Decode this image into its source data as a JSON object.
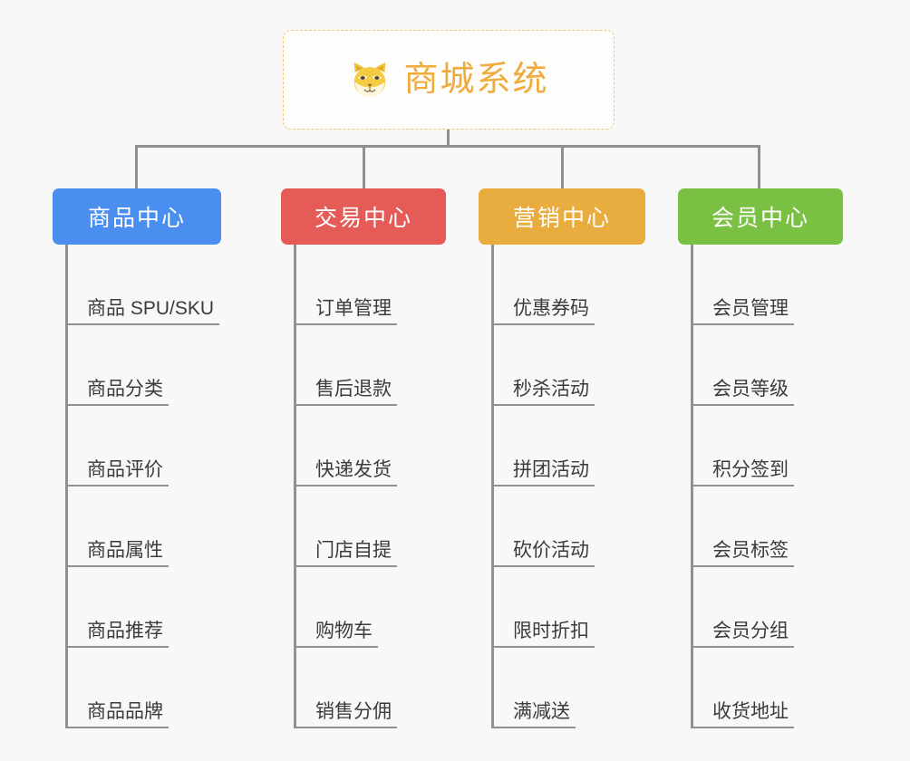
{
  "canvas": {
    "background_color": "#f8f8f8",
    "connector_color": "#909090"
  },
  "root": {
    "title": "商城系统",
    "icon": "shiba-dog-face-emoji",
    "text_color": "#f0ab3d",
    "border_color": "#f0c675",
    "background_color": "#fdfdfc"
  },
  "branches": [
    {
      "id": "product-center",
      "label": "商品中心",
      "color": "#4a8ff0",
      "items": [
        {
          "label": "商品 SPU/SKU"
        },
        {
          "label": "商品分类"
        },
        {
          "label": "商品评价"
        },
        {
          "label": "商品属性"
        },
        {
          "label": "商品推荐"
        },
        {
          "label": "商品品牌"
        }
      ]
    },
    {
      "id": "trade-center",
      "label": "交易中心",
      "color": "#e55b57",
      "items": [
        {
          "label": "订单管理"
        },
        {
          "label": "售后退款"
        },
        {
          "label": "快递发货"
        },
        {
          "label": "门店自提"
        },
        {
          "label": "购物车"
        },
        {
          "label": "销售分佣"
        }
      ]
    },
    {
      "id": "marketing-center",
      "label": "营销中心",
      "color": "#e9ac3e",
      "items": [
        {
          "label": "优惠券码"
        },
        {
          "label": "秒杀活动"
        },
        {
          "label": "拼团活动"
        },
        {
          "label": "砍价活动"
        },
        {
          "label": "限时折扣"
        },
        {
          "label": "满减送"
        }
      ]
    },
    {
      "id": "member-center",
      "label": "会员中心",
      "color": "#7ac143",
      "items": [
        {
          "label": "会员管理"
        },
        {
          "label": "会员等级"
        },
        {
          "label": "积分签到"
        },
        {
          "label": "会员标签"
        },
        {
          "label": "会员分组"
        },
        {
          "label": "收货地址"
        }
      ]
    }
  ]
}
